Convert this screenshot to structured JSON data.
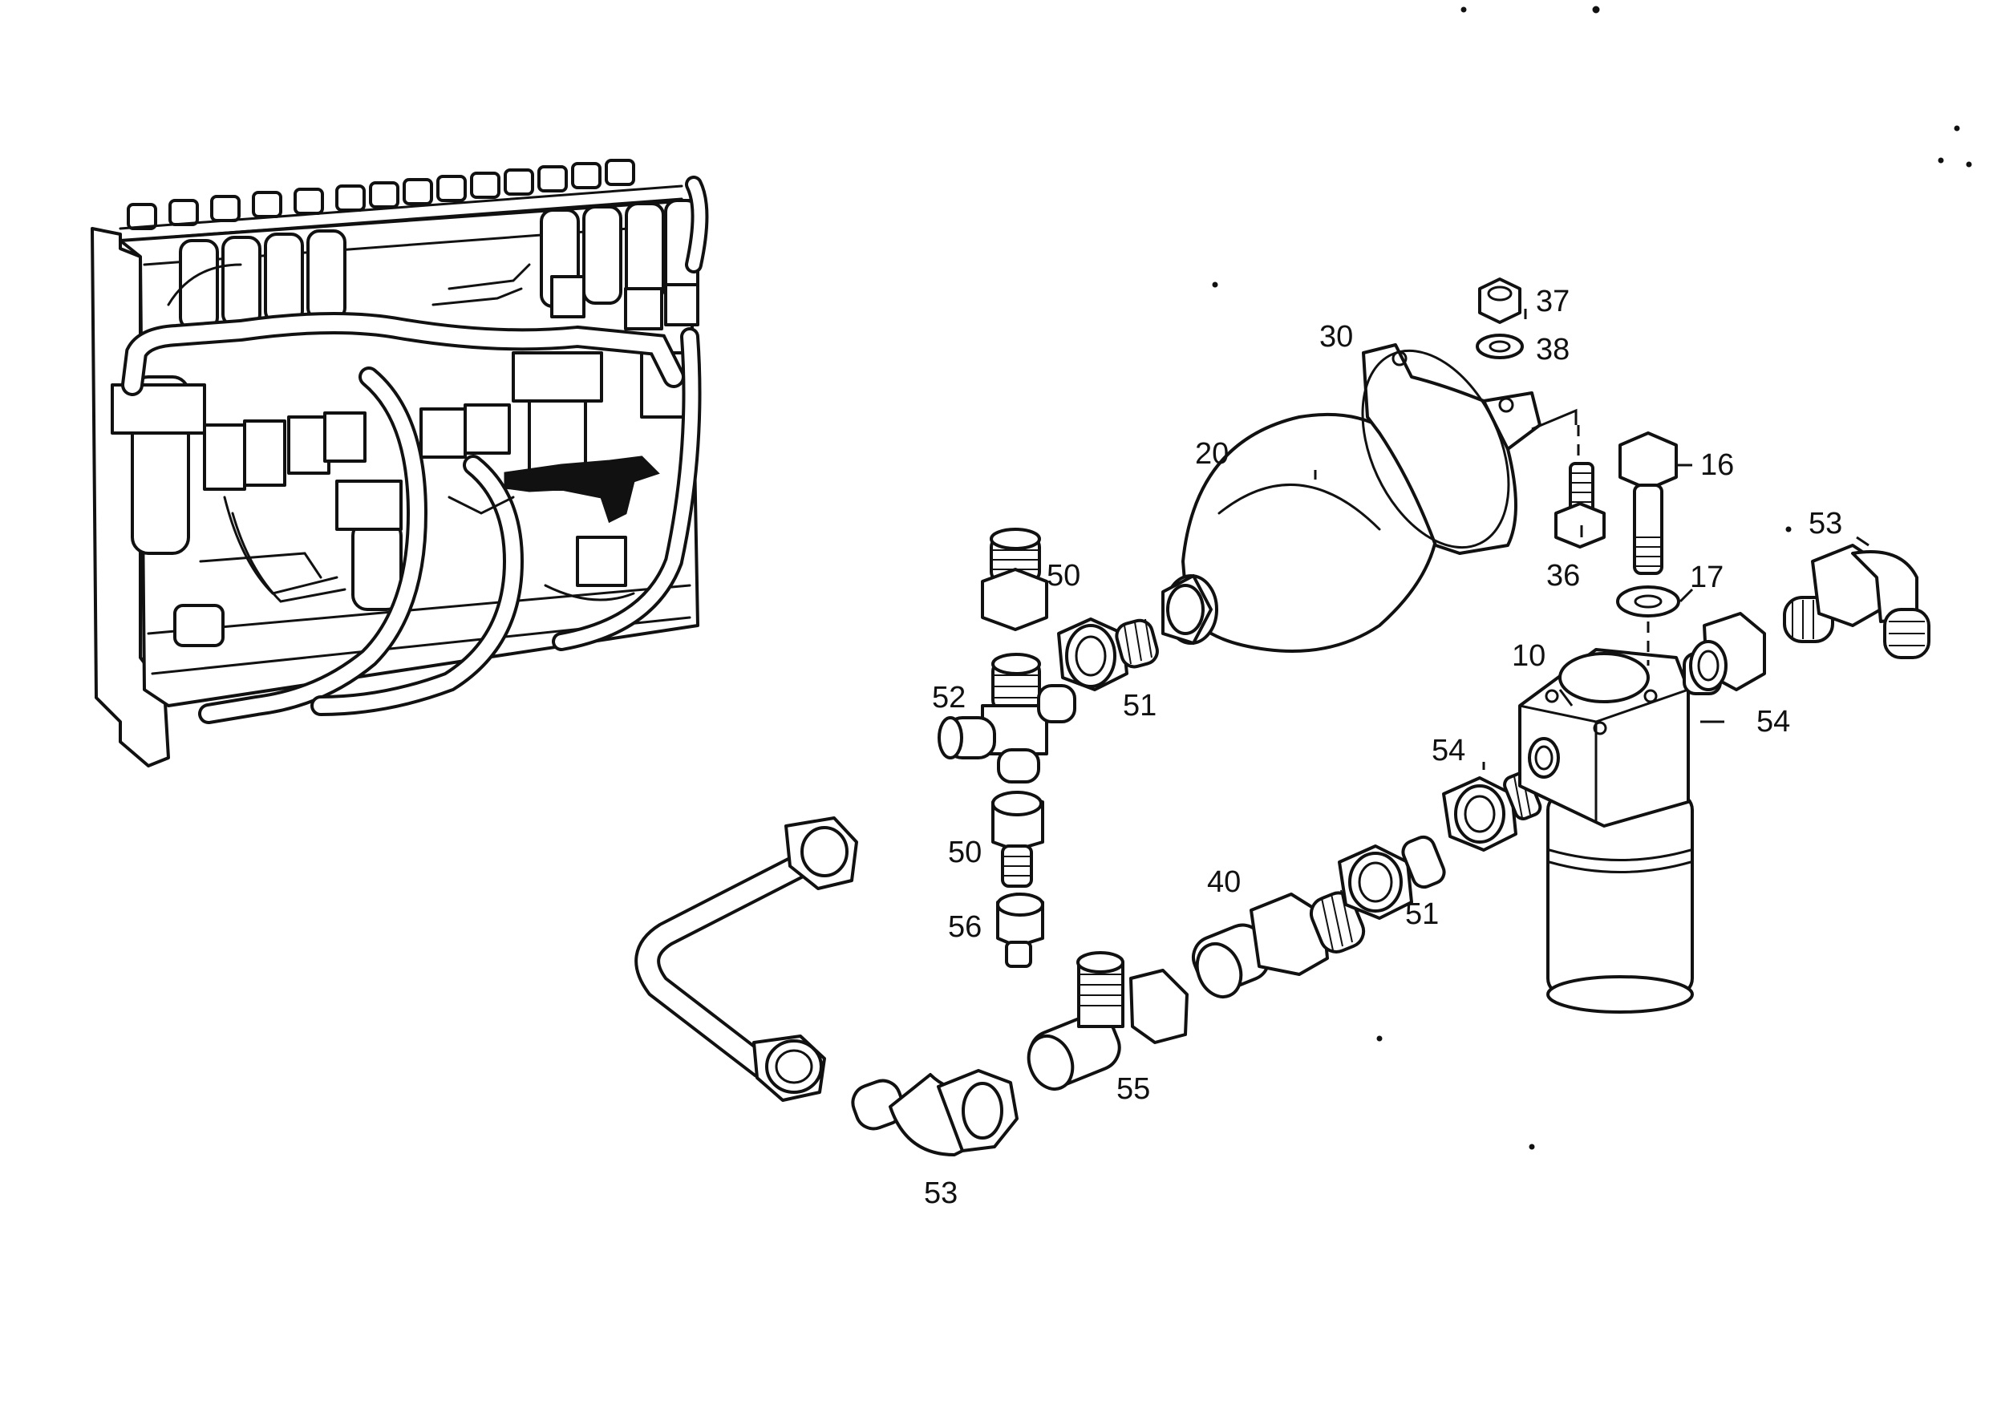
{
  "diagram": {
    "callouts": [
      {
        "id": "c10",
        "text": "10"
      },
      {
        "id": "c16",
        "text": "16"
      },
      {
        "id": "c17",
        "text": "17"
      },
      {
        "id": "c20",
        "text": "20"
      },
      {
        "id": "c30",
        "text": "30"
      },
      {
        "id": "c36",
        "text": "36"
      },
      {
        "id": "c37",
        "text": "37"
      },
      {
        "id": "c38",
        "text": "38"
      },
      {
        "id": "c40",
        "text": "40"
      },
      {
        "id": "c50a",
        "text": "50"
      },
      {
        "id": "c50b",
        "text": "50"
      },
      {
        "id": "c51a",
        "text": "51"
      },
      {
        "id": "c51b",
        "text": "51"
      },
      {
        "id": "c52",
        "text": "52"
      },
      {
        "id": "c53a",
        "text": "53"
      },
      {
        "id": "c53b",
        "text": "53"
      },
      {
        "id": "c54a",
        "text": "54"
      },
      {
        "id": "c54b",
        "text": "54"
      },
      {
        "id": "c55",
        "text": "55"
      },
      {
        "id": "c56",
        "text": "56"
      }
    ]
  }
}
